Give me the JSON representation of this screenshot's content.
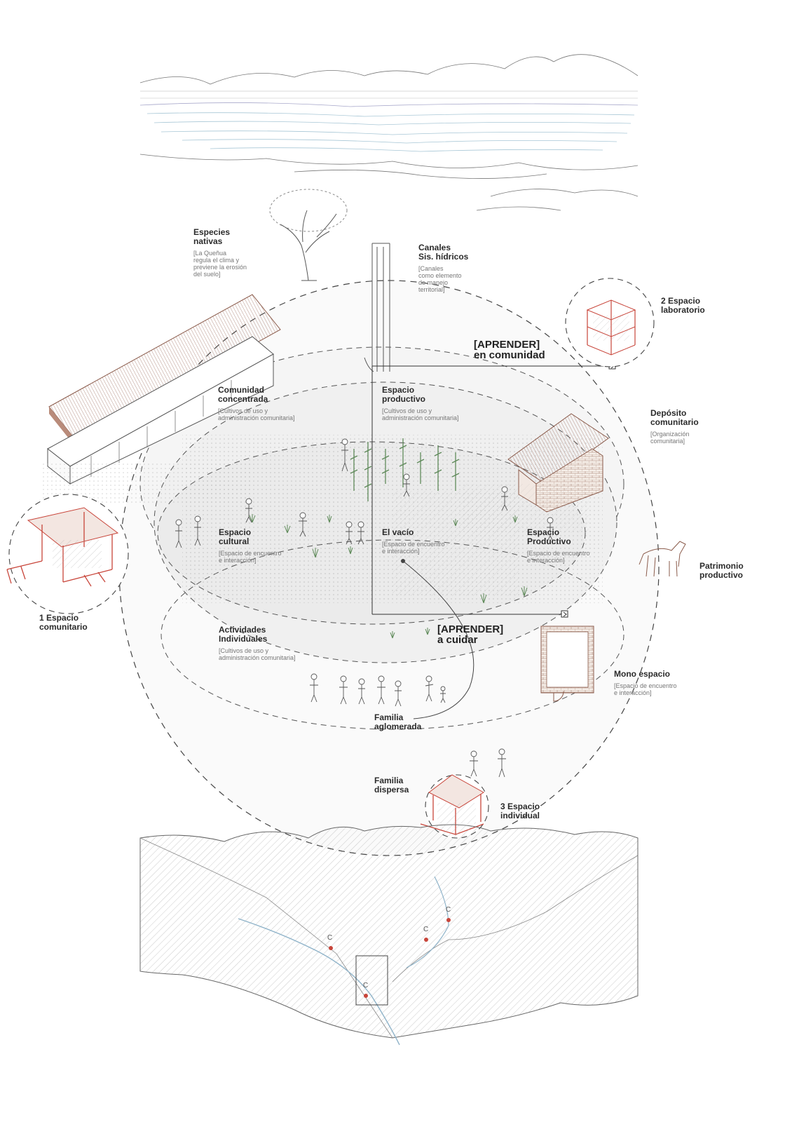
{
  "colors": {
    "accent_red": "#c8453a",
    "line_gray": "#555555",
    "plant_green": "#5f8a5a",
    "water_blue": "#8fb3c9",
    "zone_fill": "#f1f1f1"
  },
  "labels": {
    "especies_nativas": {
      "title": "Especies\nnativas",
      "sub": "[La Queñua\nregula el clima y\npreviene la erosión\ndel suelo]"
    },
    "canales": {
      "title": "Canales\nSis. hídricos",
      "sub": "[Canales\ncomo elemento\nde manejo\nterritorial]"
    },
    "espacio_laboratorio": {
      "title": "2 Espacio\nlaboratorio"
    },
    "aprender_comunidad": {
      "title": "[APRENDER]\nen comunidad"
    },
    "comunidad_concentrada": {
      "title": "Comunidad\nconcentrada",
      "sub": "[Cultivos de uso y\nadministración comunitaria]"
    },
    "espacio_productivo_top": {
      "title": "Espacio\nproductivo",
      "sub": "[Cultivos de uso y\nadministración comunitaria]"
    },
    "deposito_comunitario": {
      "title": "Depósito\ncomunitario",
      "sub": "[Organización\ncomunitaria]"
    },
    "espacio_cultural": {
      "title": "Espacio\ncultural",
      "sub": "[Espacio de encuentro\ne interacción]"
    },
    "el_vacio": {
      "title": "El vacío",
      "sub": "[Espacio de encuentro\ne interacción]"
    },
    "espacio_productivo_right": {
      "title": "Espacio\nProductivo",
      "sub": "[Espacio de encuentro\ne interacción]"
    },
    "patrimonio_productivo": {
      "title": "Patrimonio\nproductivo"
    },
    "espacio_comunitario": {
      "title": "1 Espacio\ncomunitario"
    },
    "actividades_individuales": {
      "title": "Actividades\nIndividuales",
      "sub": "[Cultivos de uso y\nadministración comunitaria]"
    },
    "aprender_cuidar": {
      "title": "[APRENDER]\na cuidar"
    },
    "mono_espacio": {
      "title": "Mono espacio",
      "sub": "[Espacio de encuentro\ne interacción]"
    },
    "familia_aglomerada": {
      "title": "Familia\naglomerada"
    },
    "familia_dispersa": {
      "title": "Familia\ndispersa"
    },
    "espacio_individual": {
      "title": "3 Espacio\nindividual"
    }
  },
  "map_markers": [
    "C",
    "C",
    "C",
    "C"
  ]
}
